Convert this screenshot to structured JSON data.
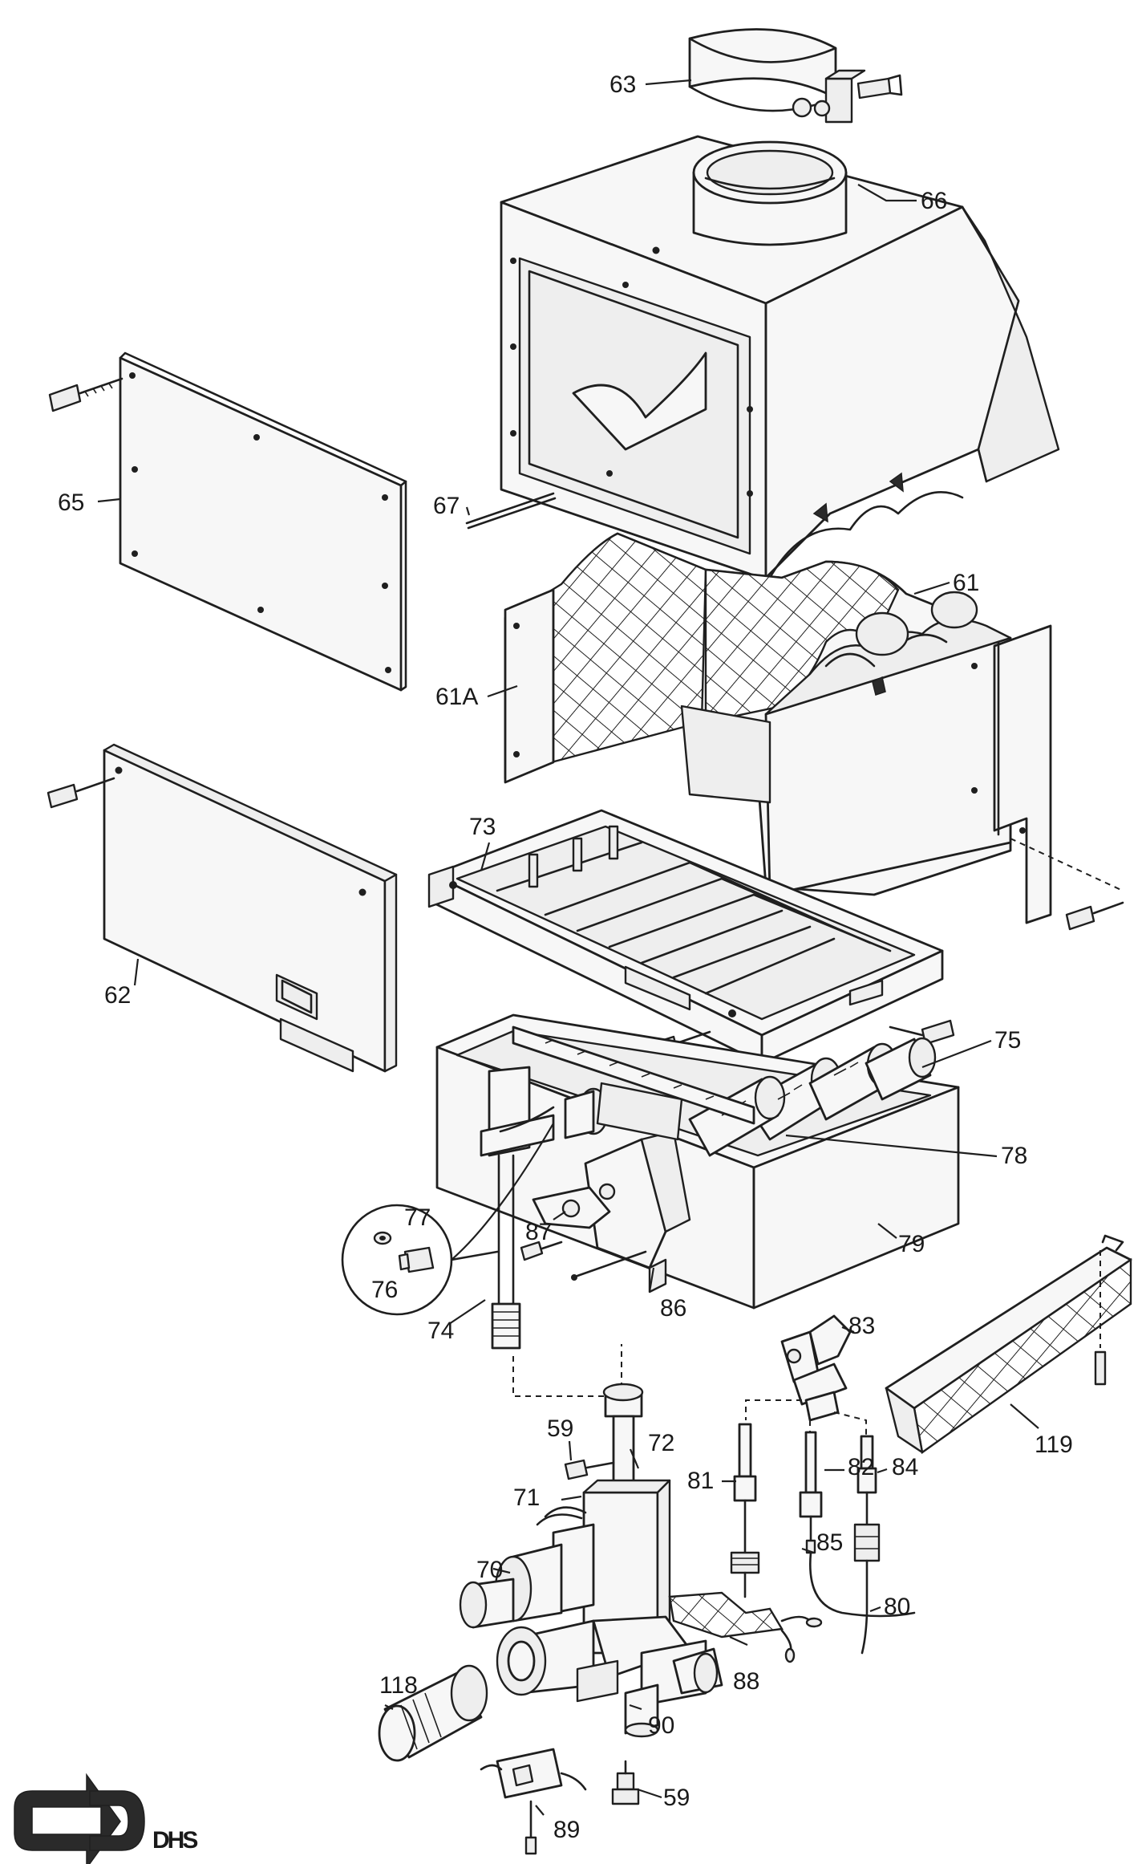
{
  "logo": {
    "text": "DHS"
  },
  "labels": {
    "p63": "63",
    "p66": "66",
    "p65": "65",
    "p67": "67",
    "p61": "61",
    "p61A": "61A",
    "p73": "73",
    "p62": "62",
    "p75": "75",
    "p78": "78",
    "p79": "79",
    "p77": "77",
    "p76": "76",
    "p87": "87",
    "p86": "86",
    "p74": "74",
    "p83": "83",
    "p59a": "59",
    "p72": "72",
    "p71": "71",
    "p81": "81",
    "p82": "82",
    "p84": "84",
    "p119": "119",
    "p70": "70",
    "p85": "85",
    "p80": "80",
    "p88": "88",
    "p118": "118",
    "p90": "90",
    "p59b": "59",
    "p89": "89"
  }
}
